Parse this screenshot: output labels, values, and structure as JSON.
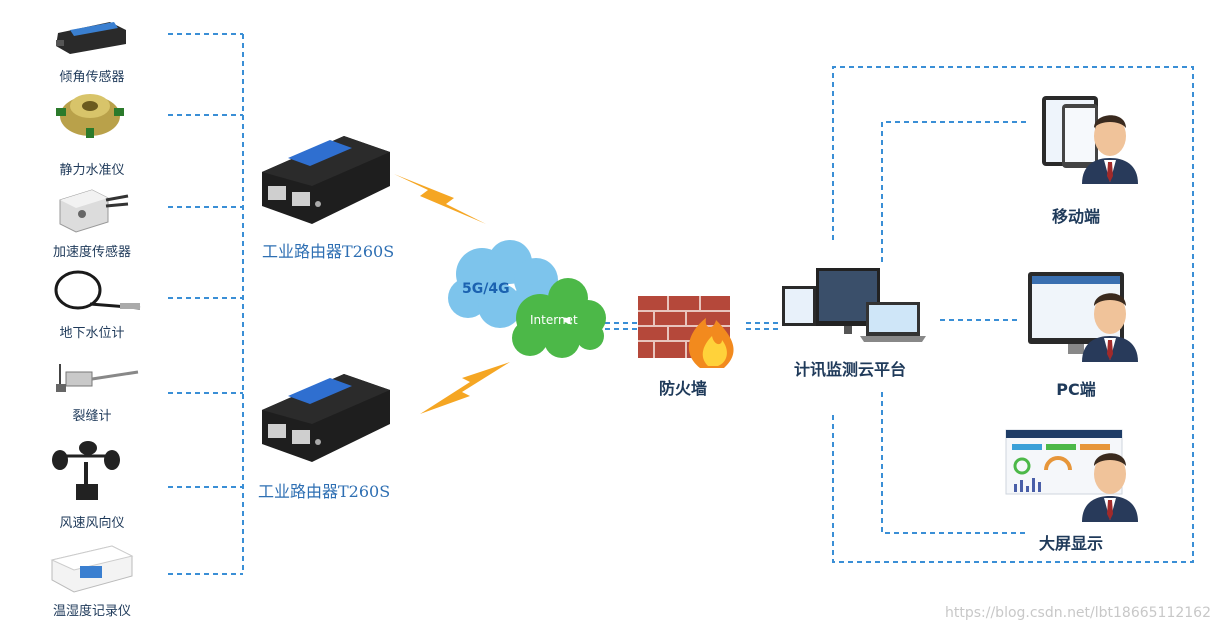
{
  "sensors": [
    {
      "label": "倾角传感器",
      "icon": "tilt-sensor-icon"
    },
    {
      "label": "静力水准仪",
      "icon": "hydrostatic-level-icon"
    },
    {
      "label": "加速度传感器",
      "icon": "accelerometer-icon"
    },
    {
      "label": "地下水位计",
      "icon": "groundwater-meter-icon"
    },
    {
      "label": "裂缝计",
      "icon": "crack-meter-icon"
    },
    {
      "label": "风速风向仪",
      "icon": "anemometer-icon"
    },
    {
      "label": "温湿度记录仪",
      "icon": "thermo-hygrometer-icon"
    }
  ],
  "routers": [
    {
      "label": "工业路由器T260S"
    },
    {
      "label": "工业路由器T260S"
    }
  ],
  "network": {
    "cloud_5g": "5G/4G",
    "cloud_internet": "Internet"
  },
  "firewall": {
    "label": "防火墙"
  },
  "platform": {
    "label": "计讯监测云平台"
  },
  "clients": [
    {
      "label": "移动端"
    },
    {
      "label": "PC端"
    },
    {
      "label": "大屏显示"
    }
  ],
  "watermark": "https://blog.csdn.net/lbt18665112162",
  "colors": {
    "dash": "#3a8fd6",
    "router_label": "#2e6fb3",
    "bolt": "#f5a623",
    "cloud_blue": "#7dc4ec",
    "cloud_green": "#4cb848"
  }
}
